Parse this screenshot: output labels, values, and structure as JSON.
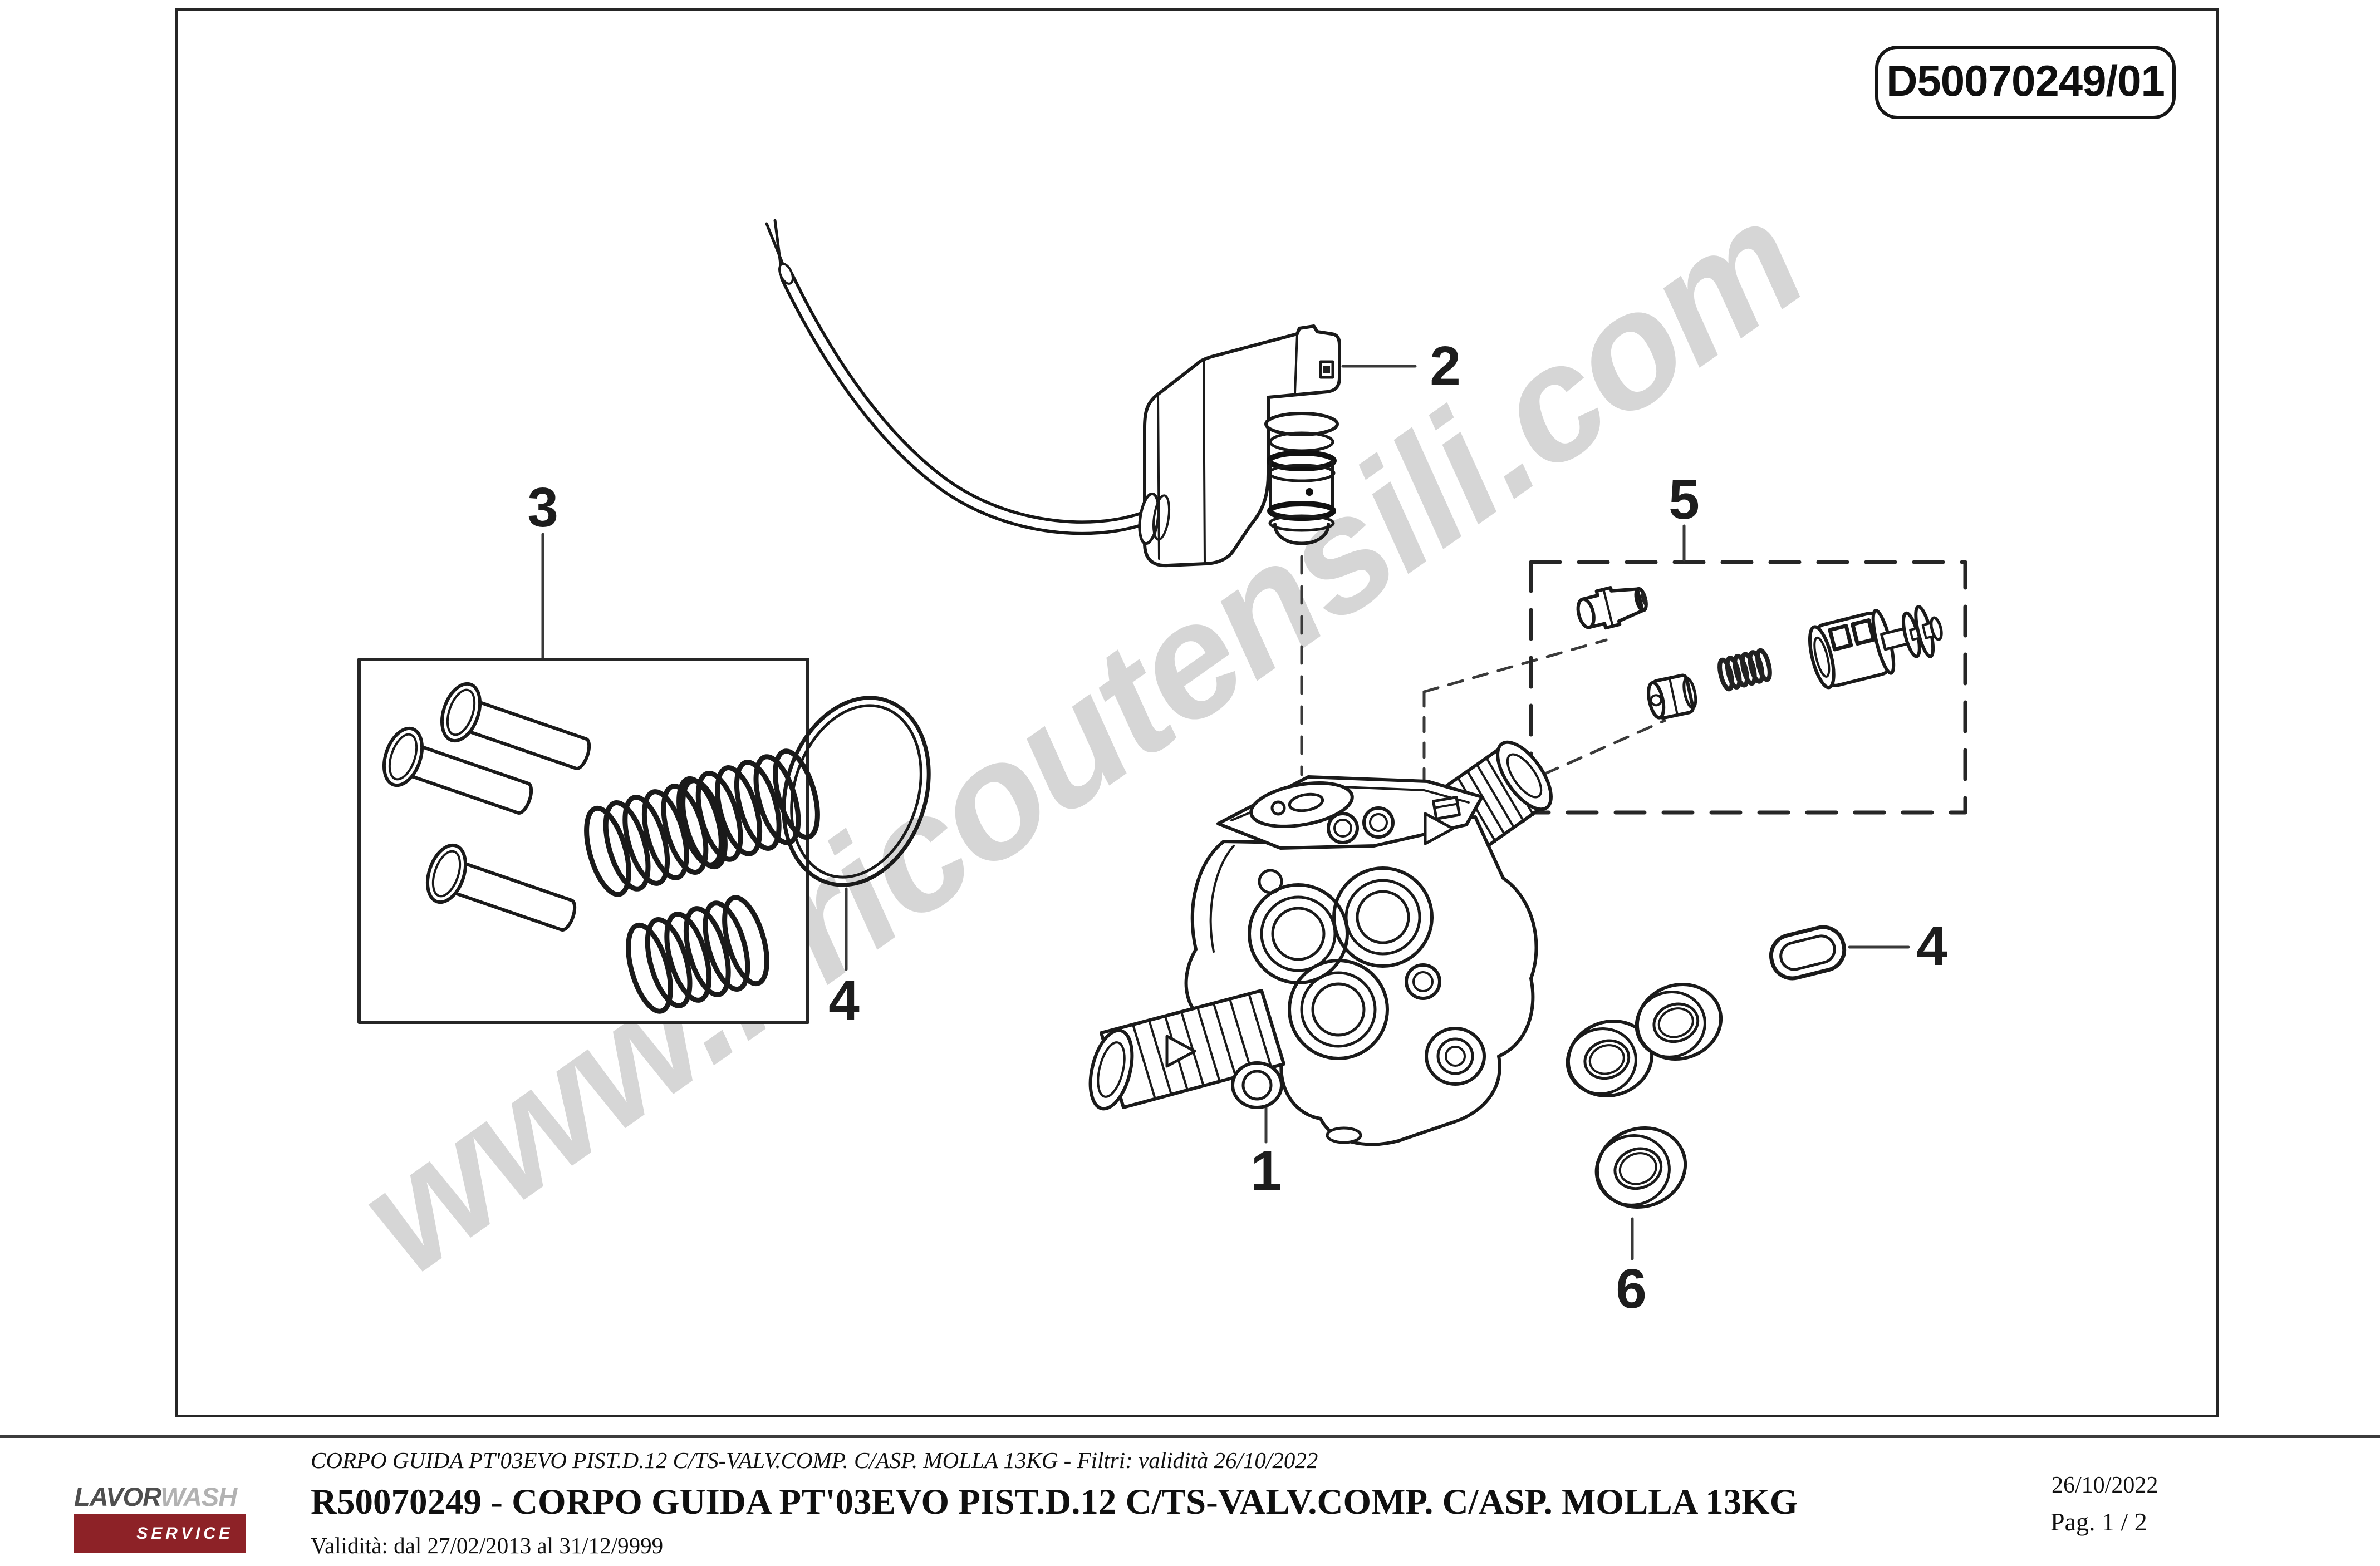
{
  "doc": {
    "code": "D50070249/01"
  },
  "watermark": {
    "text": "www.bricoutensili.com",
    "color": "#d6d6d6"
  },
  "diagram": {
    "callouts": [
      {
        "id": "pump-body",
        "n": "1"
      },
      {
        "id": "switch-assembly",
        "n": "2"
      },
      {
        "id": "piston-spring-kit",
        "n": "3"
      },
      {
        "id": "oring-large",
        "n": "4"
      },
      {
        "id": "valve-kit",
        "n": "5"
      },
      {
        "id": "gasket-oval",
        "n": "4"
      },
      {
        "id": "oil-seals",
        "n": "6"
      }
    ]
  },
  "footer": {
    "logo": {
      "part1": "LAVOR",
      "part2": "WASH",
      "sub": "SERVICE",
      "red": "#8d2227"
    },
    "filter_line": "CORPO GUIDA PT'03EVO PIST.D.12 C/TS-VALV.COMP. C/ASP. MOLLA 13KG - Filtri: validità 26/10/2022",
    "title": "R50070249 - CORPO GUIDA PT'03EVO PIST.D.12 C/TS-VALV.COMP. C/ASP. MOLLA 13KG",
    "validity": "Validità: dal 27/02/2013 al 31/12/9999",
    "date": "26/10/2022",
    "page": "Pag. 1 / 2"
  }
}
